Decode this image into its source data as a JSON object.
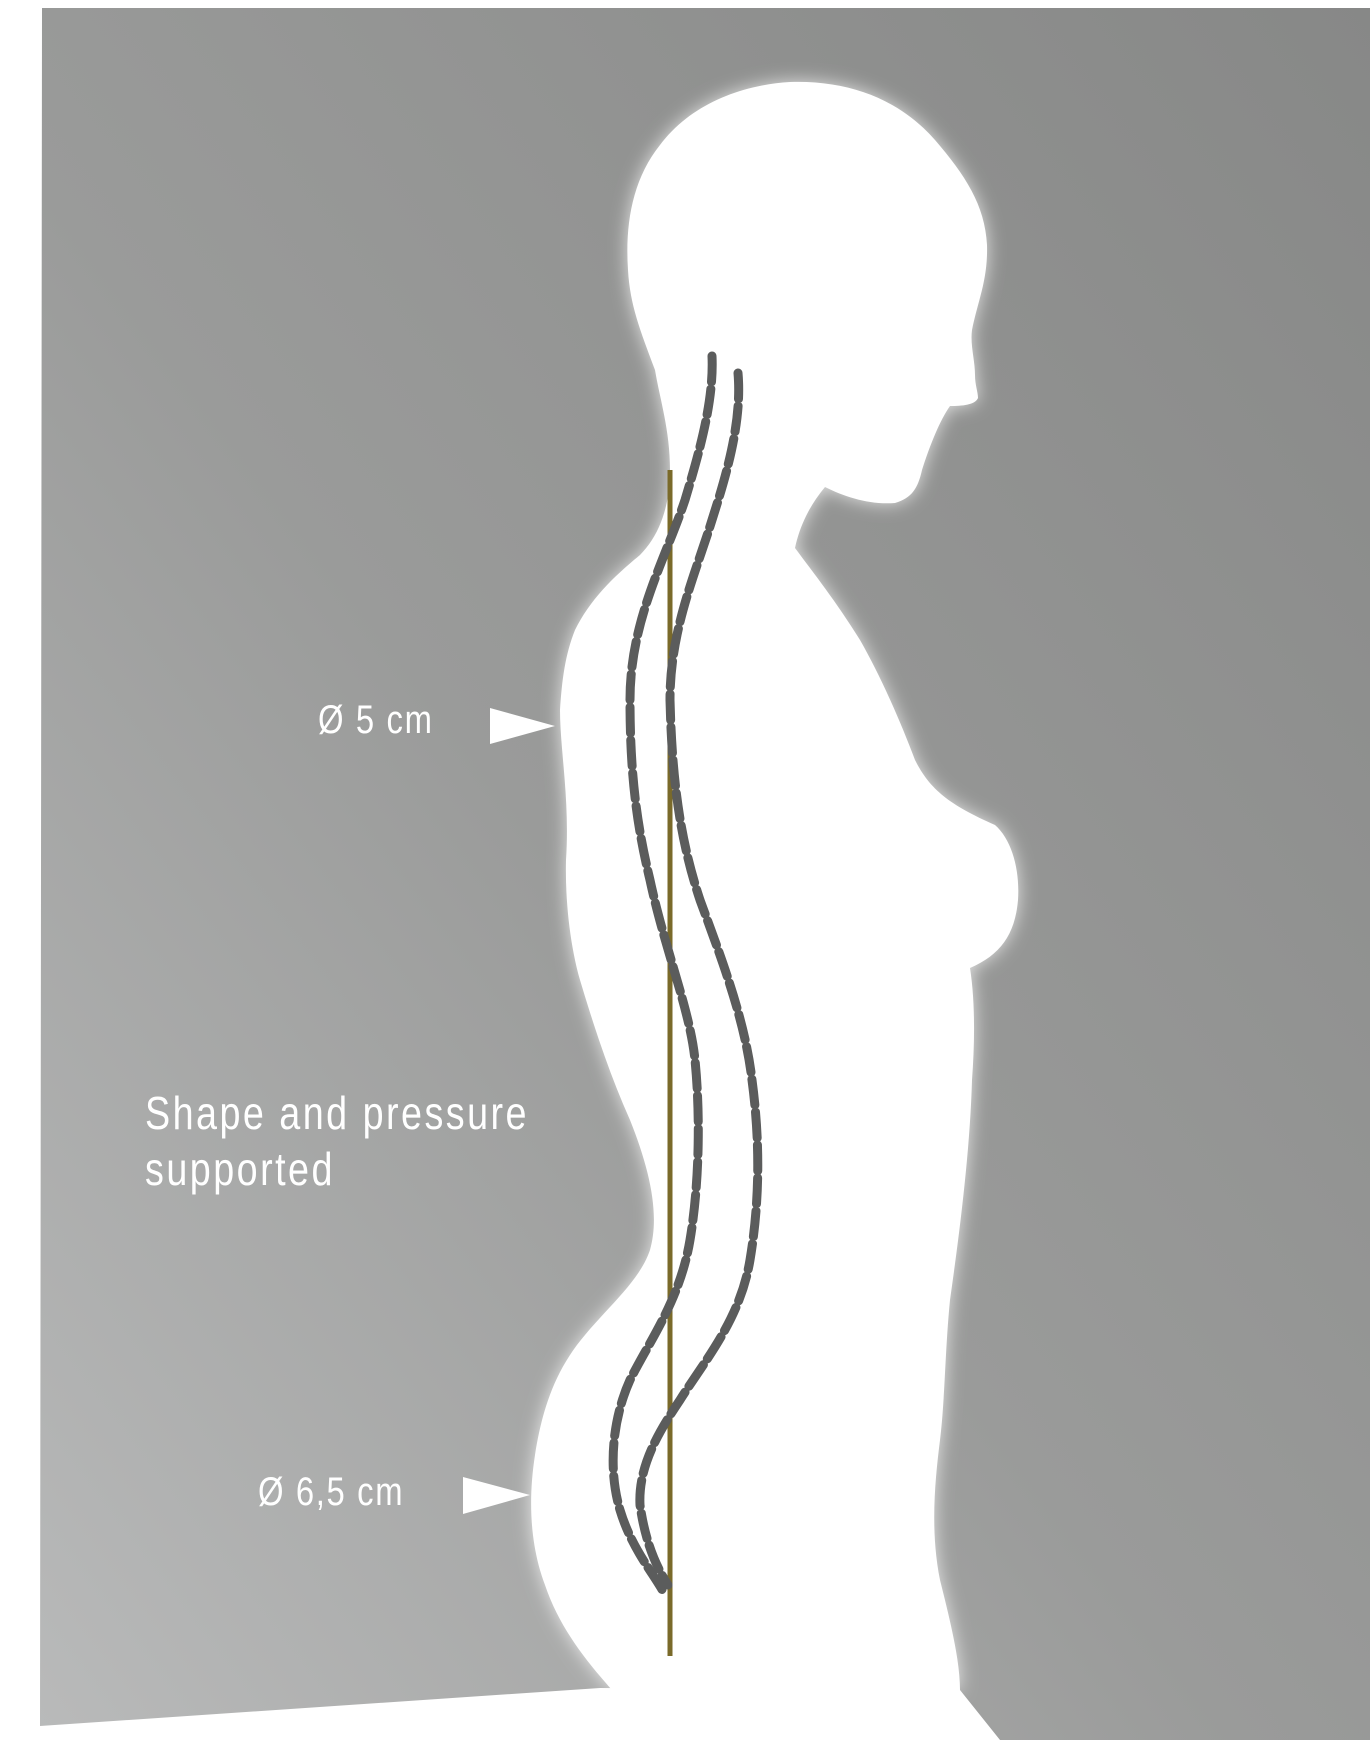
{
  "labels": {
    "top_diameter": "Ø 5 cm",
    "bottom_diameter": "Ø 6,5 cm"
  },
  "caption": {
    "line1": "Shape and pressure",
    "line2": "supported"
  },
  "colors": {
    "background_dark": "#8a8b8a",
    "background_light": "#b7b8b7",
    "silhouette": "#ffffff",
    "vertical_line": "#7a6a2a",
    "dashed_curves": "#5b5c5c",
    "text": "#ffffff"
  }
}
